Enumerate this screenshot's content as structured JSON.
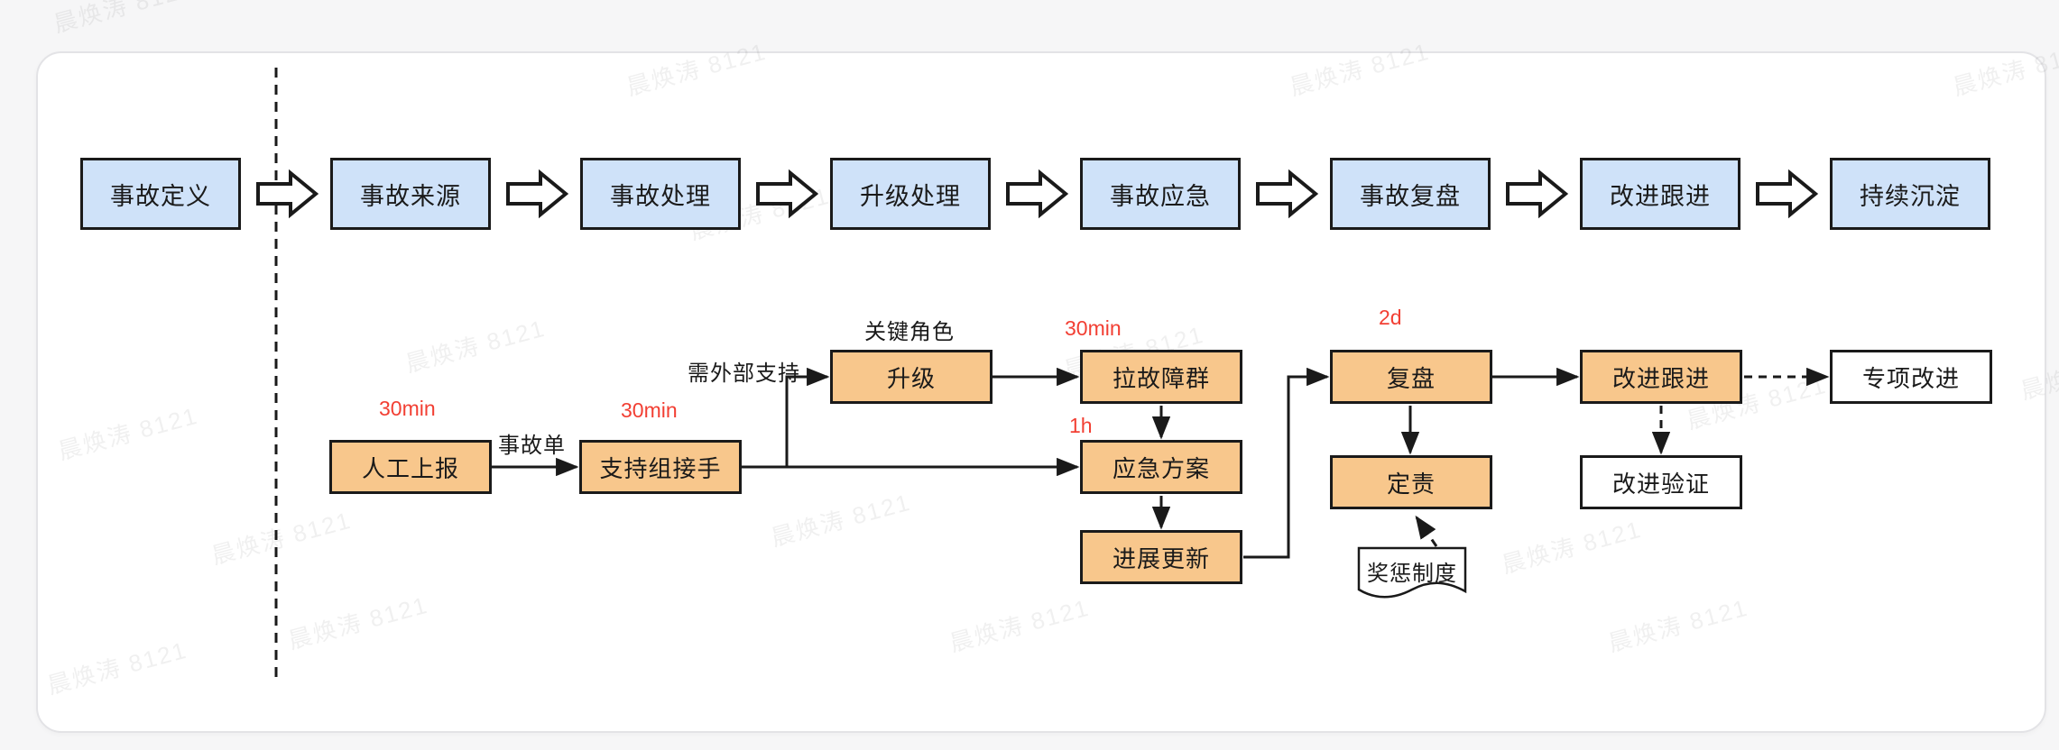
{
  "watermark": {
    "text": "晨焕涛 8121"
  },
  "colors": {
    "phase_fill": "#cfe2f9",
    "flow_fill": "#f8c78c",
    "white_fill": "#ffffff",
    "border": "#1a1a1a",
    "timer_red": "#f23f33",
    "card_bg": "#ffffff",
    "page_bg": "#f6f6f7"
  },
  "phases": {
    "items": [
      {
        "label": "事故定义"
      },
      {
        "label": "事故来源"
      },
      {
        "label": "事故处理"
      },
      {
        "label": "升级处理"
      },
      {
        "label": "事故应急"
      },
      {
        "label": "事故复盘"
      },
      {
        "label": "改进跟进"
      },
      {
        "label": "持续沉淀"
      }
    ]
  },
  "flow": {
    "boxes": {
      "manual_report": {
        "label": "人工上报"
      },
      "support_takeover": {
        "label": "支持组接手"
      },
      "escalate": {
        "label": "升级"
      },
      "create_incident_group": {
        "label": "拉故障群"
      },
      "emergency_plan": {
        "label": "应急方案"
      },
      "progress_update": {
        "label": "进展更新"
      },
      "review": {
        "label": "复盘"
      },
      "accountability": {
        "label": "定责"
      },
      "improvement_followup": {
        "label": "改进跟进"
      },
      "special_improvement": {
        "label": "专项改进"
      },
      "improvement_verification": {
        "label": "改进验证"
      },
      "reward_punishment_system": {
        "label": "奖惩制度"
      }
    },
    "edge_labels": {
      "incident_ticket": "事故单",
      "need_external_support": "需外部支持",
      "key_roles": "关键角色"
    },
    "timers": {
      "report": "30min",
      "takeover": "30min",
      "group": "30min",
      "plan": "1h",
      "review": "2d"
    }
  }
}
